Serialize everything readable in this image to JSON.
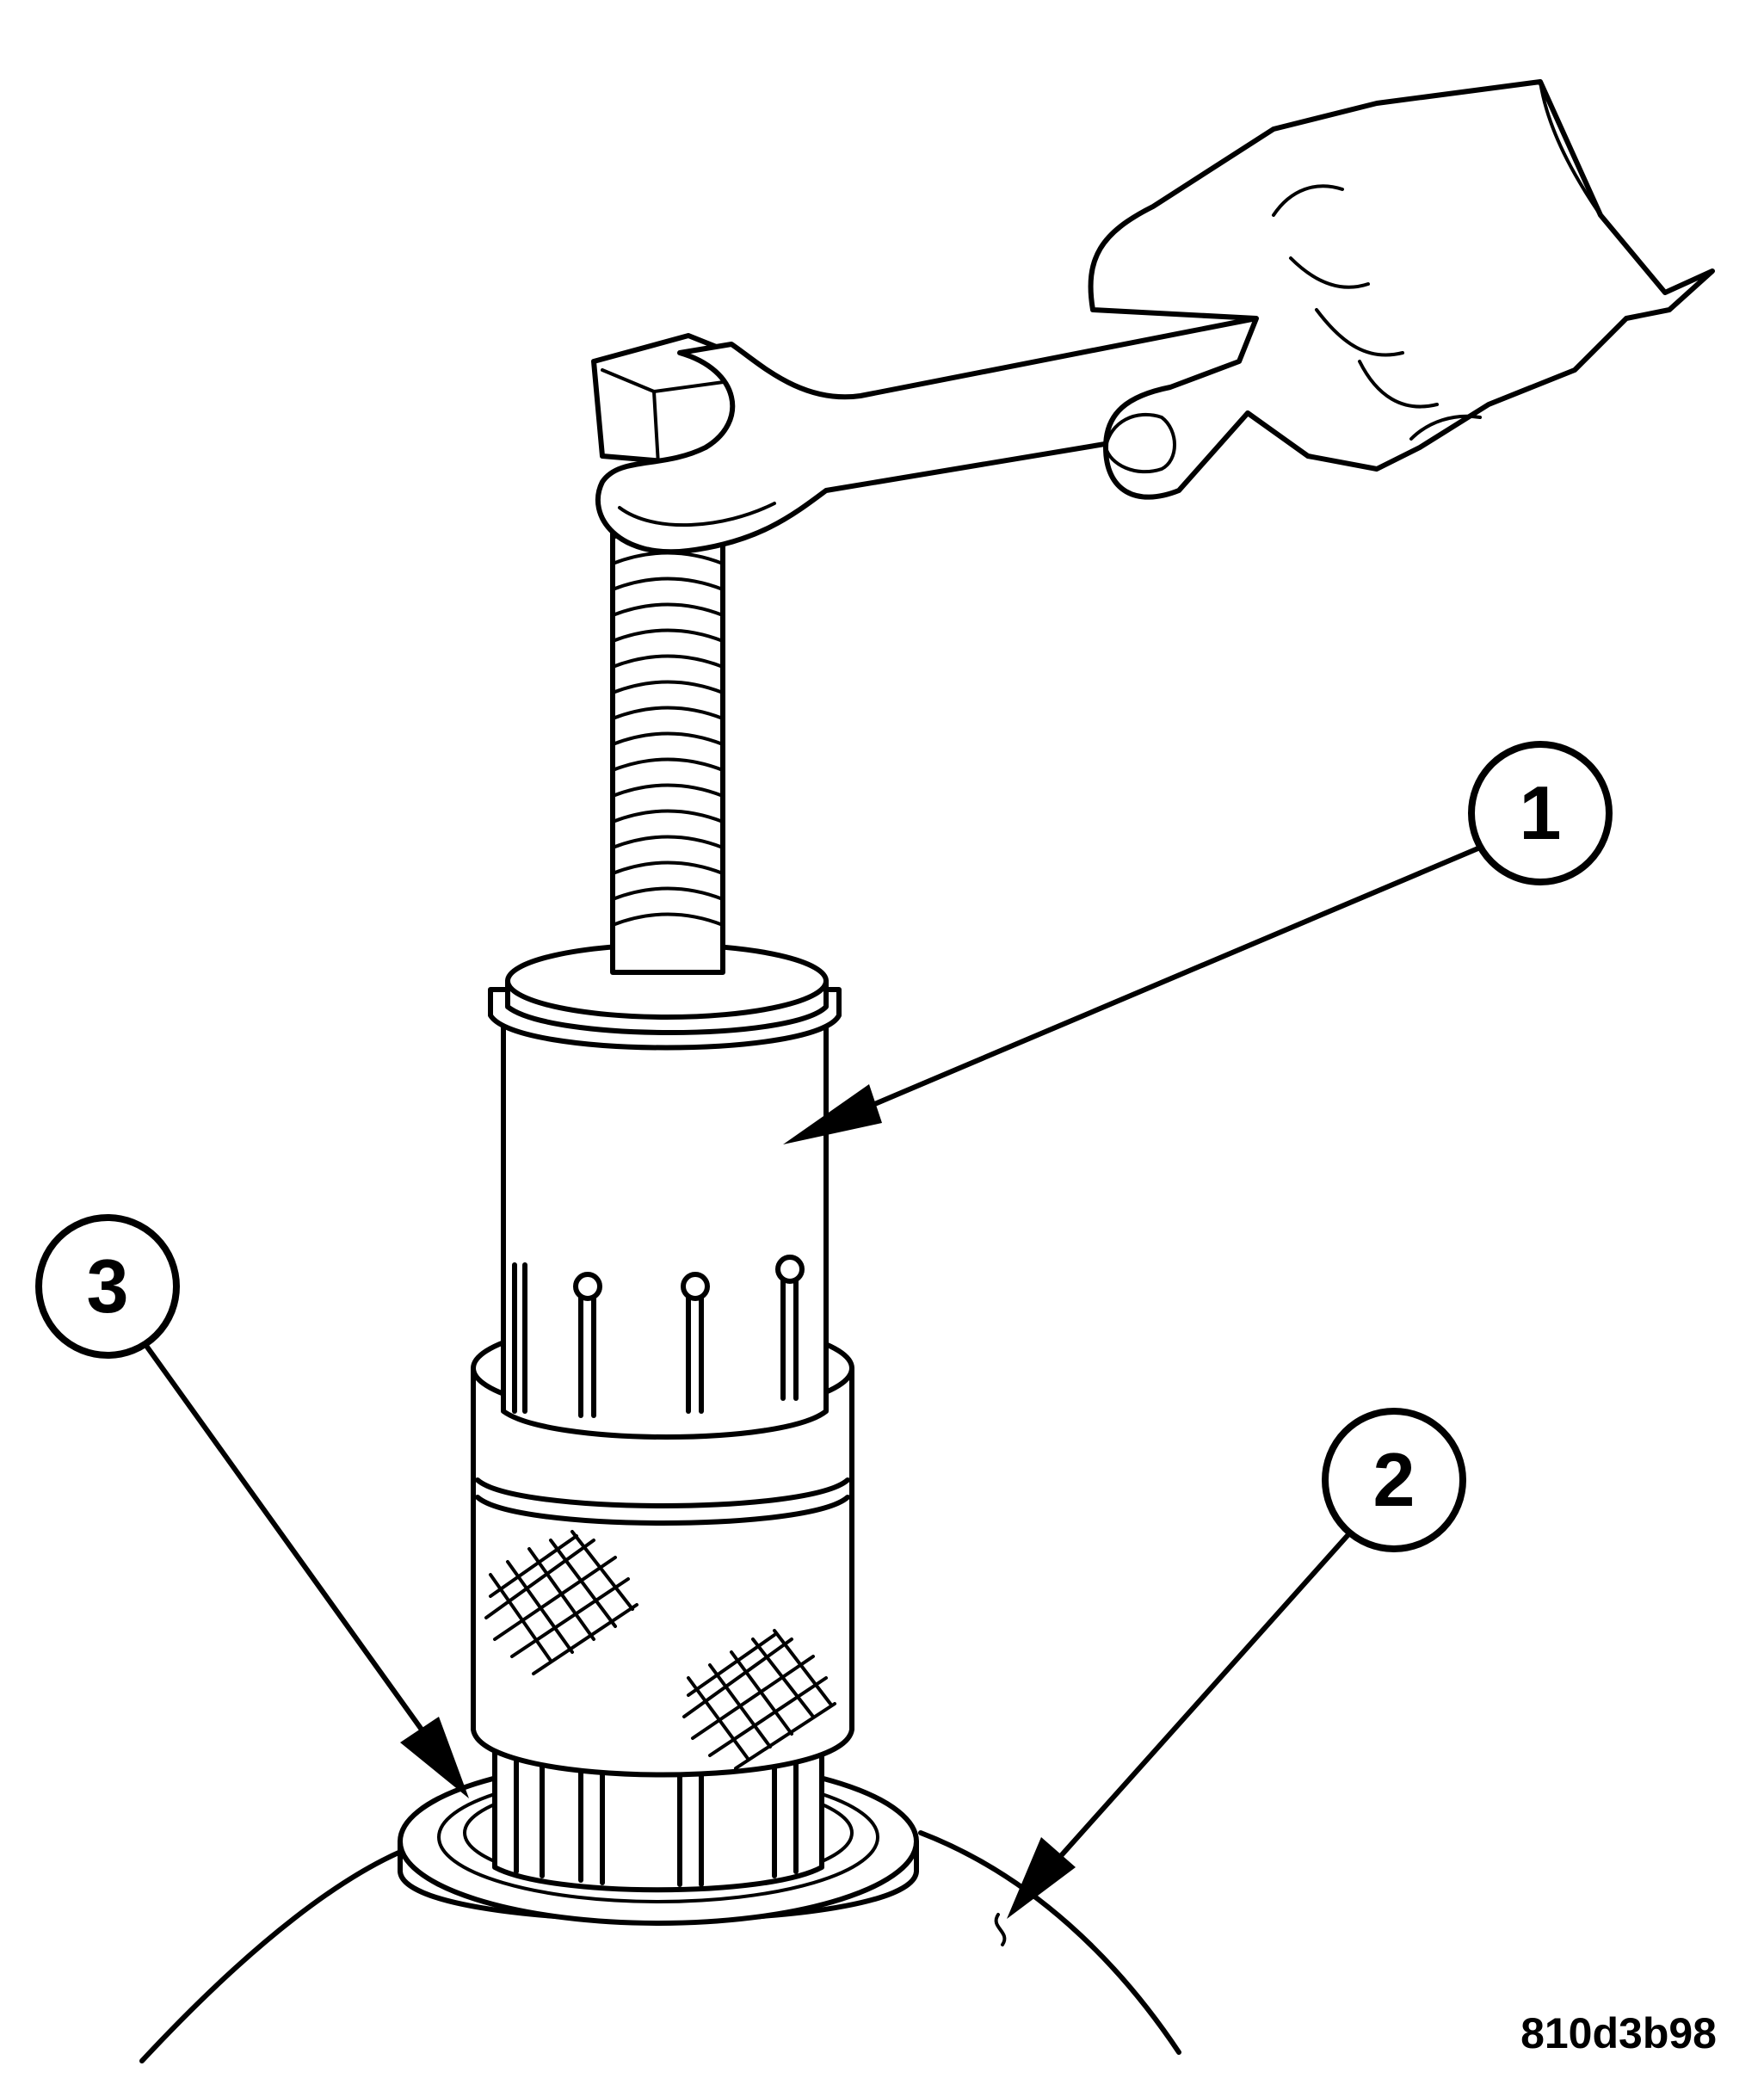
{
  "callouts": [
    {
      "id": "1",
      "label": "1"
    },
    {
      "id": "2",
      "label": "2"
    },
    {
      "id": "3",
      "label": "3"
    }
  ],
  "figure_code": "810d3b98",
  "colors": {
    "ink": "#000000",
    "paper": "#ffffff"
  }
}
